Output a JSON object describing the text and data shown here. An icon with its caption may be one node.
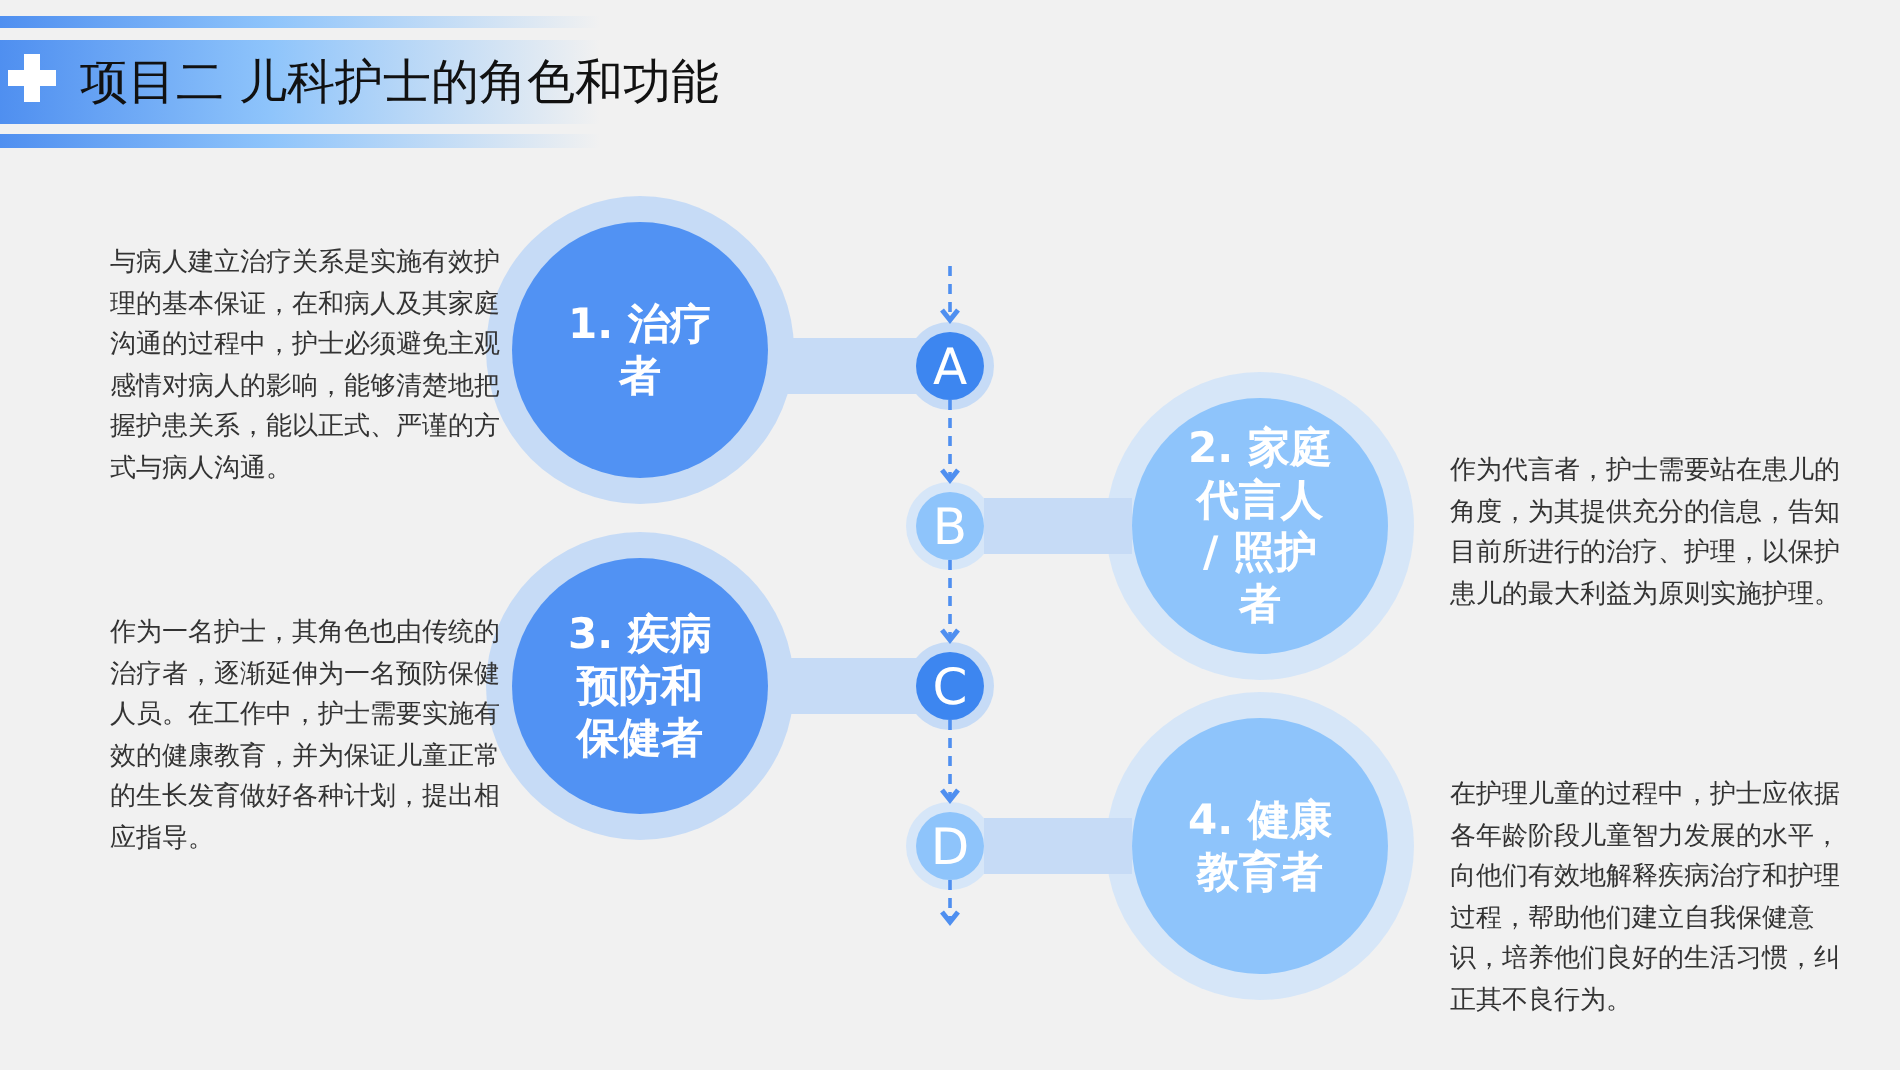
{
  "diagram": {
    "title": "项目二 儿科护士的角色和功能",
    "nodes": [
      {
        "text": [
          "1. 治疗者"
        ],
        "beside": [
          "与病人建立治疗关系是实施有效护理的基本保证，在和病人及其家庭沟通的过程中，护士必须避免主观感情对病人的影响，能够清楚地把握护患关系，能以正式、严谨的方式与病人沟通。"
        ]
      },
      {
        "text": [
          "A"
        ]
      },
      {
        "text": [
          "B"
        ]
      },
      {
        "text": [
          "2. 家庭代言人 / 照护者"
        ],
        "beside": [
          "作为代言者，护士需要站在患儿的角度，为其提供充分的信息，告知目前所进行的治疗、护理，以保护患儿的最大利益为原则实施护理。"
        ]
      },
      {
        "text": [
          "3. 疾病预防和保健者"
        ],
        "beside": [
          "作为一名护士，其角色也由传统的治疗者，逐渐延伸为一名预防保健人员。在工作中，护士需要实施有效的健康教育，并为保证儿童正常的生长发育做好各种计划，提出相应指导。"
        ]
      },
      {
        "text": [
          "C"
        ]
      },
      {
        "text": [
          "D"
        ]
      },
      {
        "text": [
          "4. 健康教育者"
        ],
        "beside": [
          "在护理儿童的过程中，护士应依据各年龄阶段儿童智力发展的水平，向他们有效地解释疾病治疗和护理过程，帮助他们建立自我保健意识，培养他们良好的生活习惯，纠正其不良行为。"
        ]
      }
    ],
    "edges": [
      {
        "from": null,
        "to": 1,
        "arrow": "to",
        "style": "dashed"
      },
      {
        "from": 1,
        "to": 2,
        "arrow": "to",
        "style": "dashed"
      },
      {
        "from": 2,
        "to": 5,
        "arrow": "to",
        "style": "dashed"
      },
      {
        "from": 5,
        "to": 6,
        "arrow": "to",
        "style": "dashed"
      },
      {
        "from": 6,
        "to": null,
        "arrow": "to",
        "style": "dashed"
      },
      {
        "from": 0,
        "to": 1,
        "arrow": "none",
        "style": "thick",
        "color": "#c6dbf6"
      },
      {
        "from": 3,
        "to": 2,
        "arrow": "none",
        "style": "thick",
        "color": "#c6dbf6"
      },
      {
        "from": 4,
        "to": 5,
        "arrow": "none",
        "style": "thick",
        "color": "#c6dbf6"
      },
      {
        "from": 7,
        "to": 6,
        "arrow": "none",
        "style": "thick",
        "color": "#c6dbf6"
      }
    ]
  }
}
